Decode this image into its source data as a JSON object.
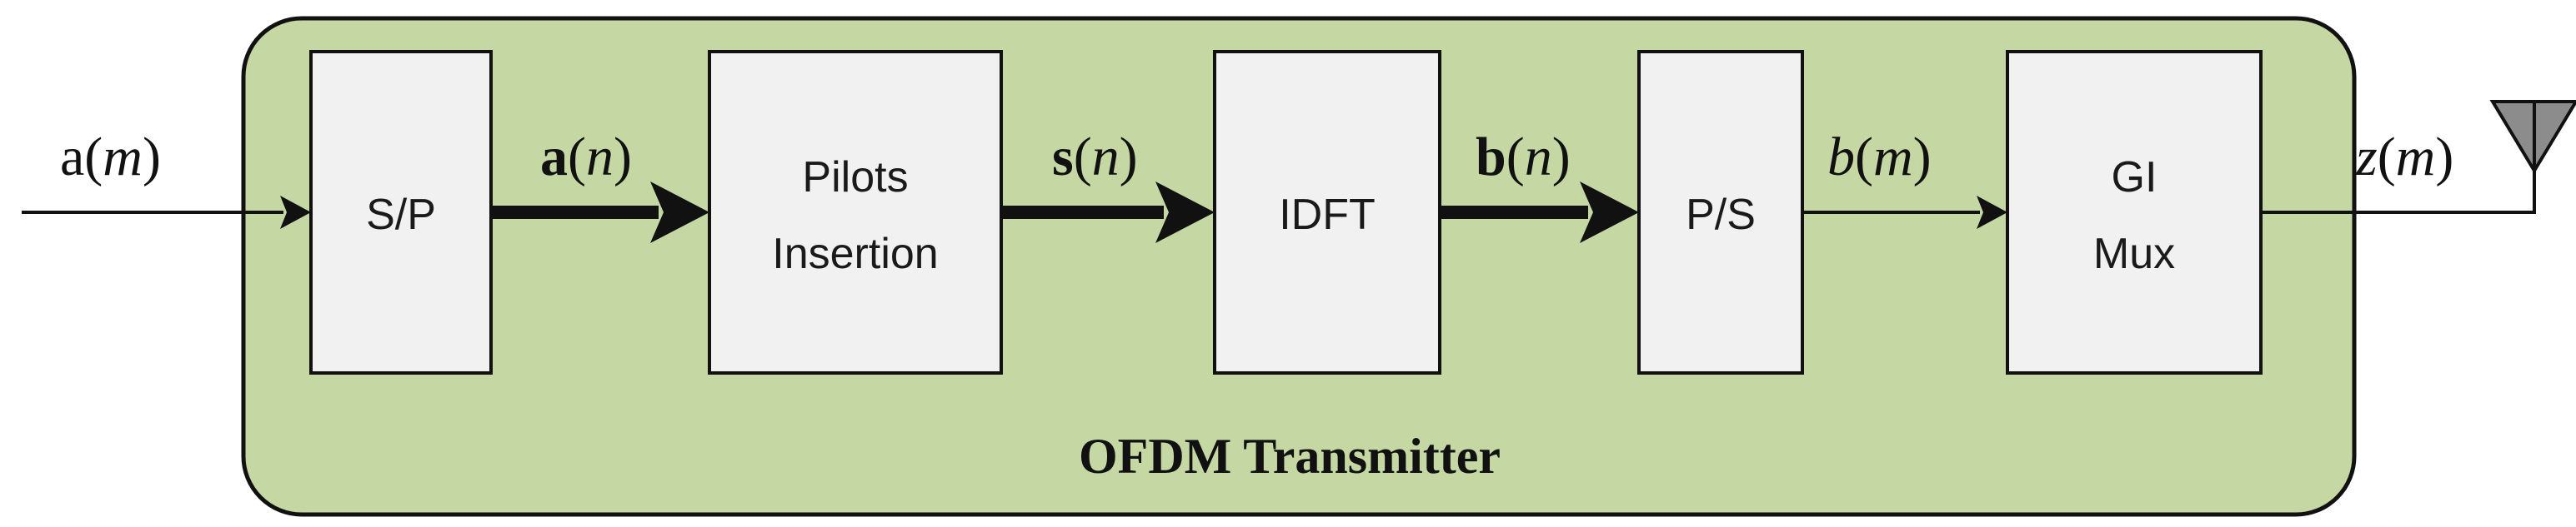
{
  "transmitter": {
    "title": "OFDM Transmitter",
    "fill_color": "#c5d8a4"
  },
  "blocks": {
    "sp": "S/P",
    "pilots": {
      "line1": "Pilots",
      "line2": "Insertion"
    },
    "idft": "IDFT",
    "ps": "P/S",
    "gi": {
      "line1": "GI",
      "line2": "Mux"
    }
  },
  "signals": {
    "a_m": {
      "name": "a",
      "open": "(",
      "index": "m",
      "close": ")"
    },
    "a_n": {
      "name": "a",
      "open": "(",
      "index": "n",
      "close": ")"
    },
    "s_n": {
      "name": "s",
      "open": "(",
      "index": "n",
      "close": ")"
    },
    "b_n": {
      "name": "b",
      "open": "(",
      "index": "n",
      "close": ")"
    },
    "b_m": {
      "name": "b",
      "open": "(",
      "index": "m",
      "close": ")"
    },
    "z_m": {
      "name": "z",
      "open": "(",
      "index": "m",
      "close": ")"
    }
  },
  "icons": {
    "antenna": "antenna-icon"
  }
}
